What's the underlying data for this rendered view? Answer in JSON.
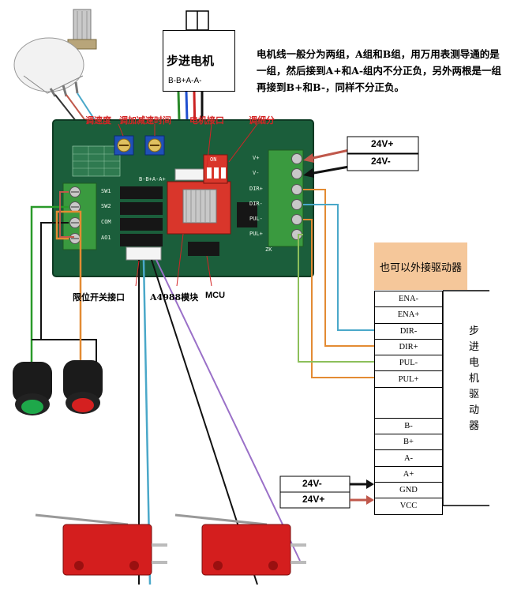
{
  "motor": {
    "title": "步进电机",
    "pins": "B-B+A-A-"
  },
  "note": "电机线一般分为两组，A组和B组，用万用表测导通的是一组，然后接到A+和A-组内不分正负，另外两根是一组再接到B+和B-，同样不分正负。",
  "board_labels": {
    "speed": "调速度",
    "accel": "调加减速时间",
    "motor_port": "电机接口",
    "microstep": "调细分",
    "limit": "限位开关接口",
    "a4988": "A4988模块",
    "mcu": "MCU"
  },
  "pcb": {
    "sw1": "SW1",
    "sw2": "SW2",
    "com": "COM",
    "ao1": "AO1",
    "vplus": "V+",
    "vminus": "V-",
    "dirp": "DIR+",
    "dirm": "DIR-",
    "pulm": "PUL-",
    "pulp": "PUL+",
    "motor_port": "B-B+A-A+",
    "zk": "ZK",
    "dip_on": "ON"
  },
  "power_top": {
    "plus": "24V+",
    "minus": "24V-"
  },
  "also_label": "也可以外接驱动器",
  "driver": {
    "title": "步进电机驱动器",
    "pins": [
      "ENA-",
      "ENA+",
      "DIR-",
      "DIR+",
      "PUL-",
      "PUL+",
      "",
      "B-",
      "B+",
      "A-",
      "A+",
      "GND",
      "VCC"
    ]
  },
  "power_bottom": {
    "minus": "24V-",
    "plus": "24V+"
  },
  "colors": {
    "board": "#1b5e3b",
    "terminal_green": "#3a9a3f",
    "dip_red": "#d9362b",
    "knob_blue": "#2050b8",
    "label_red": "#d42424",
    "wire_orange": "#e38b33",
    "wire_blue": "#4aa8c9",
    "wire_green": "#8cbf5a",
    "wire_red": "#c0584b",
    "also_fill": "#f5c79a",
    "switch_red": "#d42020"
  }
}
